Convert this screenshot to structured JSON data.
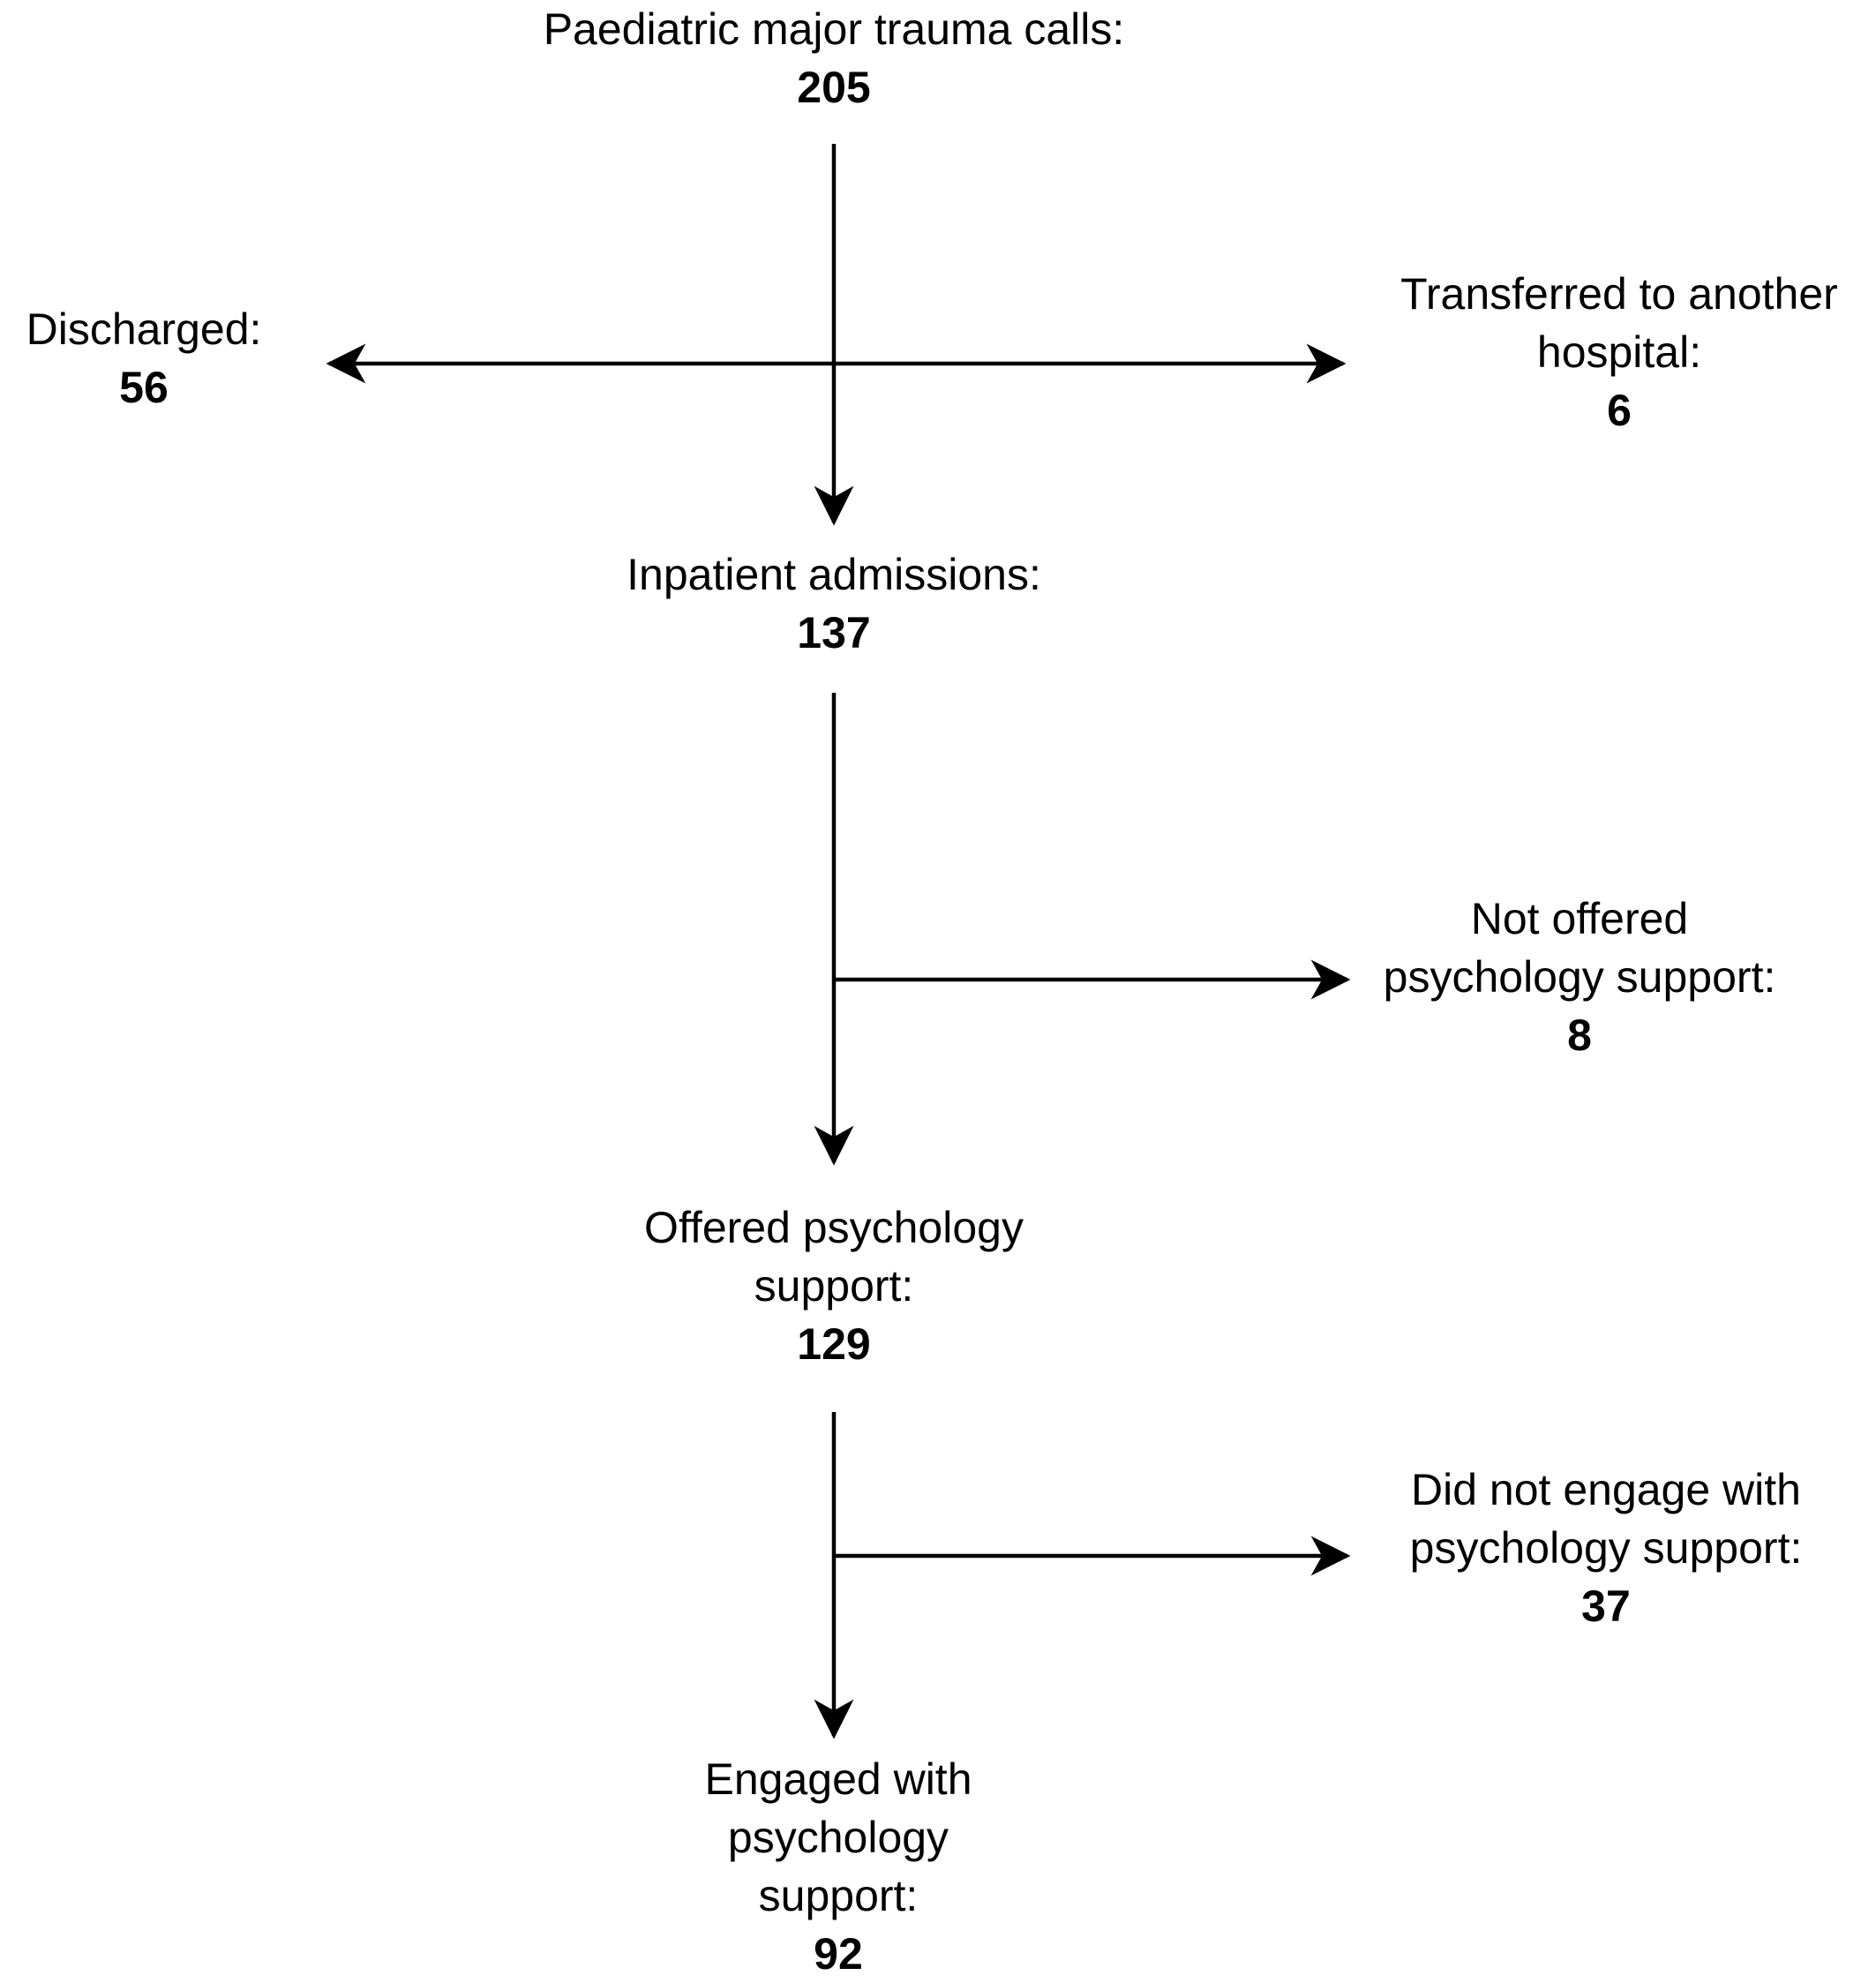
{
  "figure": {
    "background_color": "#ffffff",
    "line_color": "#000000",
    "nodes": {
      "trauma_calls": {
        "lines": [
          "Paediatric major trauma calls:"
        ],
        "value": "205"
      },
      "discharged": {
        "lines": [
          "Discharged:"
        ],
        "value": "56"
      },
      "transferred": {
        "lines": [
          "Transferred to another",
          "hospital:"
        ],
        "value": "6"
      },
      "inpatient": {
        "lines": [
          "Inpatient admissions:"
        ],
        "value": "137"
      },
      "not_offered": {
        "lines": [
          "Not offered",
          "psychology support:"
        ],
        "value": "8"
      },
      "offered": {
        "lines": [
          "Offered psychology",
          "support:"
        ],
        "value": "129"
      },
      "not_engaged": {
        "lines": [
          "Did not engage with",
          "psychology support:"
        ],
        "value": "37"
      },
      "engaged": {
        "lines": [
          "Engaged with",
          "psychology",
          "support:"
        ],
        "value": "92"
      }
    }
  }
}
